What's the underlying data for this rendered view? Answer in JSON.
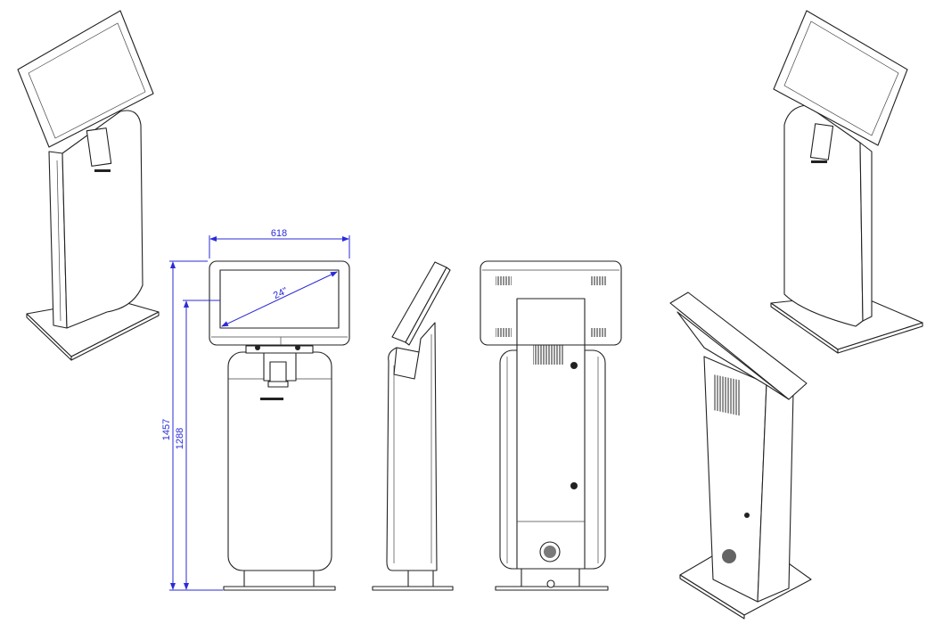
{
  "drawing": {
    "dimensions": {
      "width": "618",
      "screen_diagonal": "24\"",
      "total_height": "1457",
      "screen_center_height": "1288"
    },
    "colors": {
      "dimension": "#2b2bd8",
      "line": "#222222"
    }
  }
}
